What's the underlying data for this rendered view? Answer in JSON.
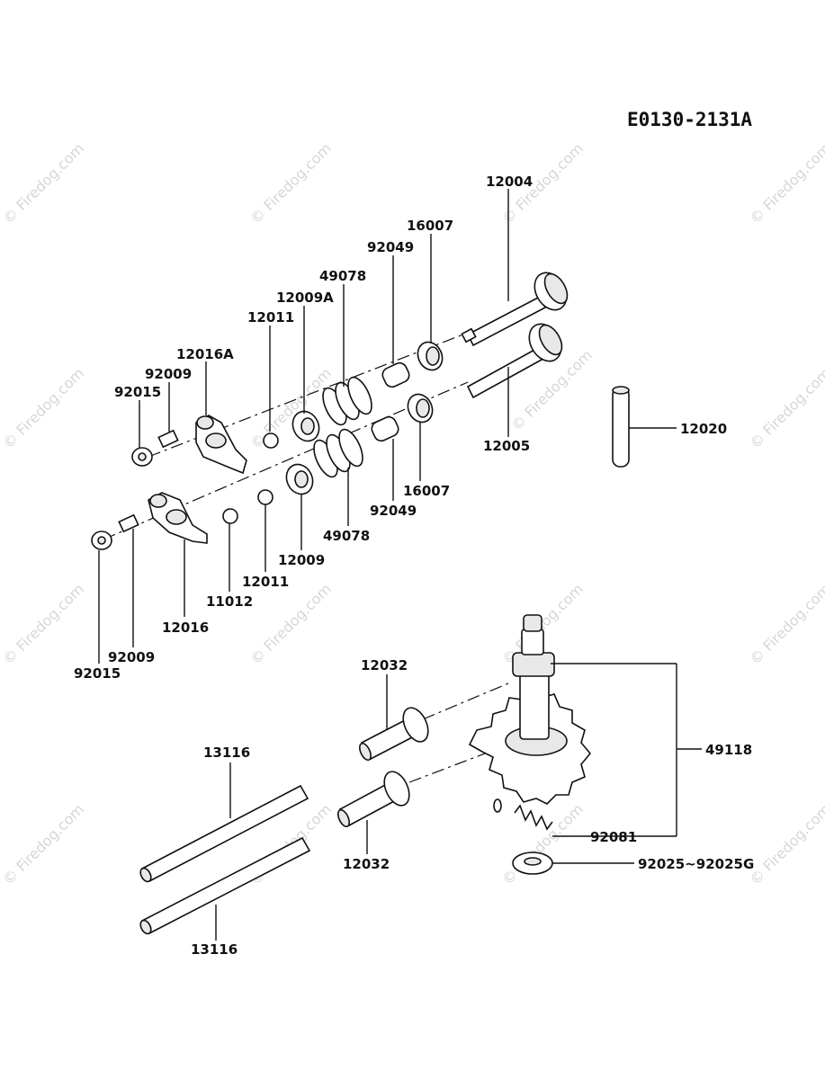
{
  "diagram_code": "E0130-2131A",
  "watermark": "© Firedog.com",
  "labels": {
    "p12004": "12004",
    "p16007_top": "16007",
    "p92049_top": "92049",
    "p49078_top": "49078",
    "p12009A": "12009A",
    "p12011_top": "12011",
    "p12016A": "12016A",
    "p92009_top": "92009",
    "p92015_top": "92015",
    "p12020": "12020",
    "p12005": "12005",
    "p16007_bot": "16007",
    "p92049_bot": "92049",
    "p49078_bot": "49078",
    "p12009": "12009",
    "p12011_bot": "12011",
    "p11012": "11012",
    "p12016": "12016",
    "p92009_bot": "92009",
    "p92015_bot": "92015",
    "p12032_top": "12032",
    "p13116_top": "13116",
    "p49118": "49118",
    "p92081": "92081",
    "p12032_bot": "12032",
    "p92025": "92025~92025G",
    "p13116_bot": "13116"
  }
}
